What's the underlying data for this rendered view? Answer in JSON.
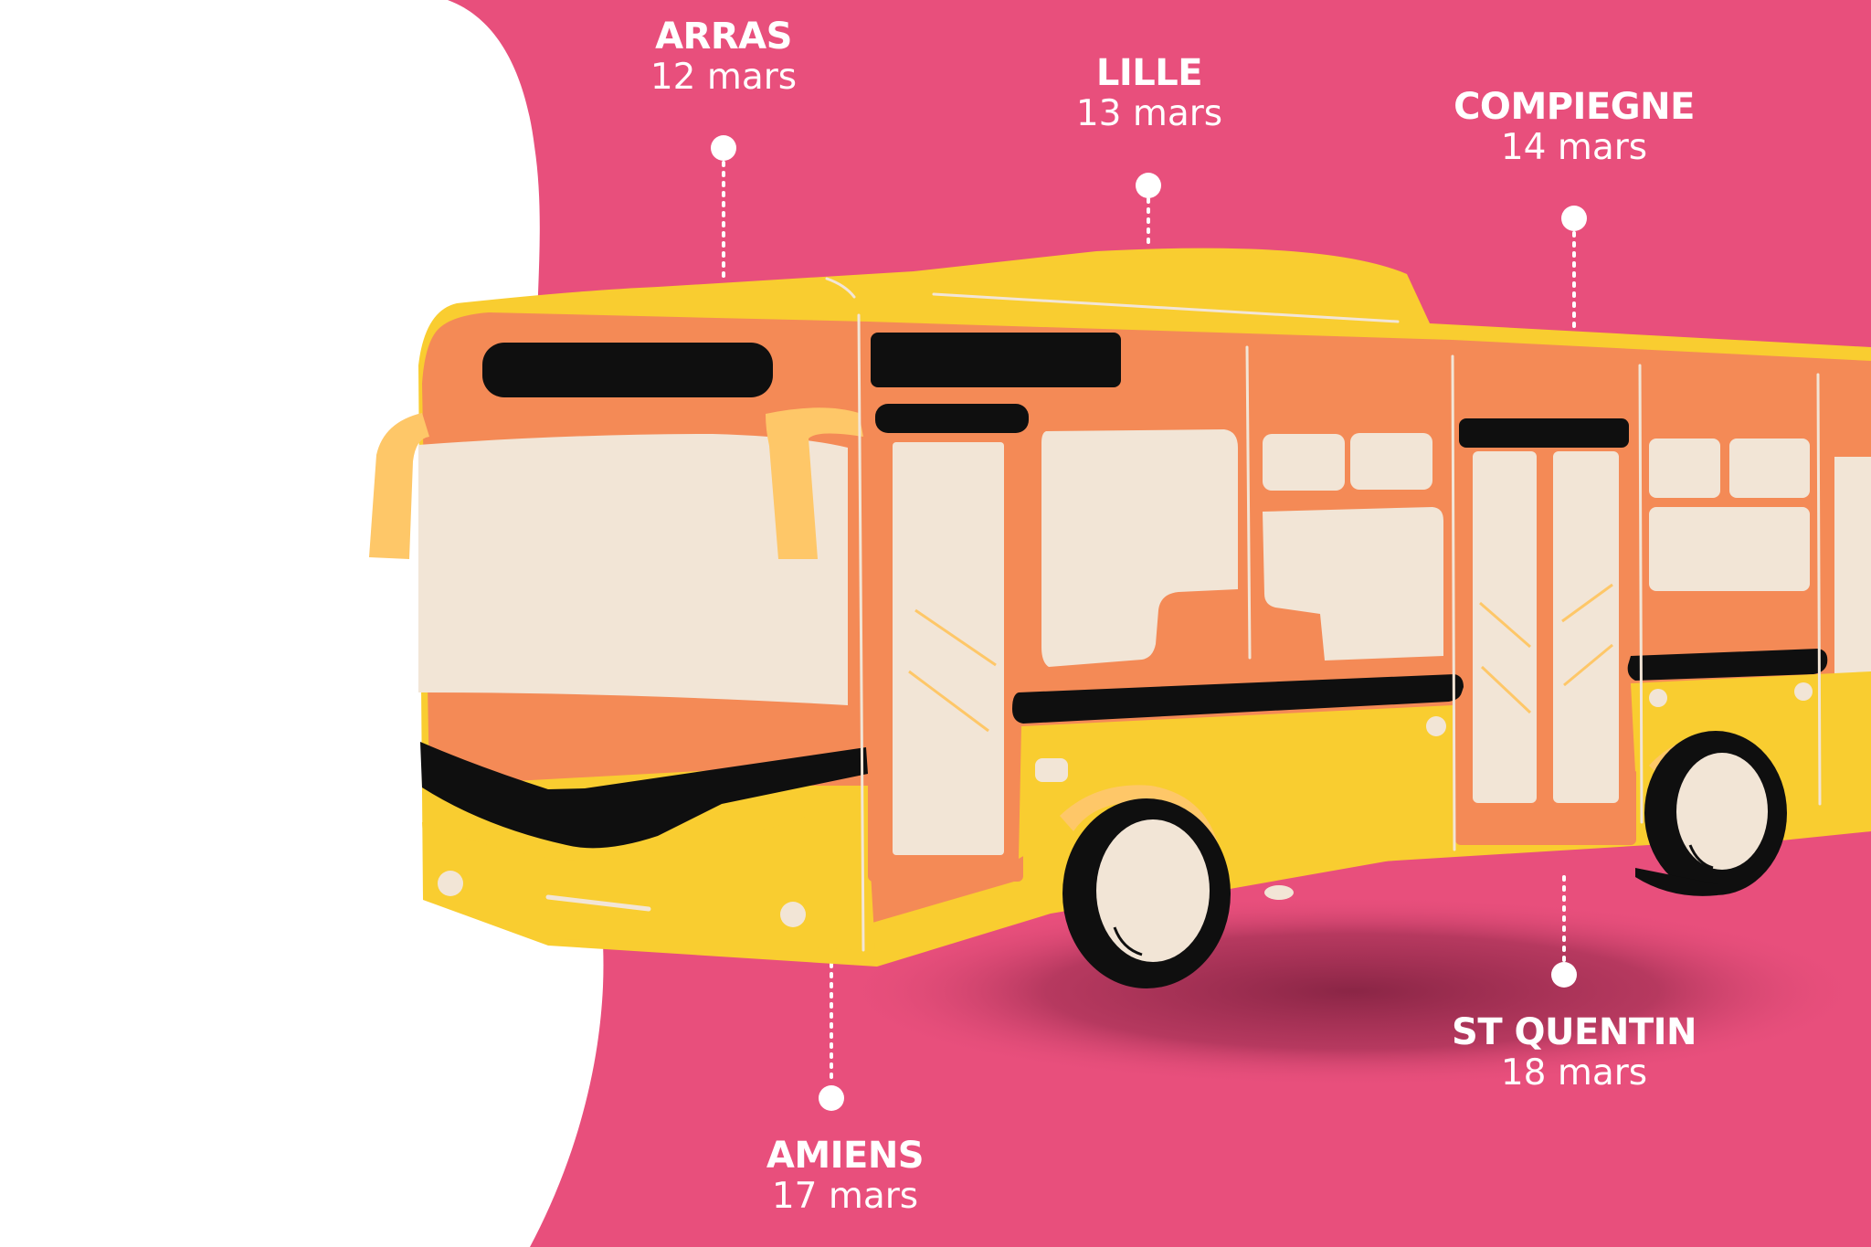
{
  "colors": {
    "background": "#E84F7C",
    "page": "#FFFFFF",
    "bus_body": "#F48A56",
    "bus_skirt": "#F9CD30",
    "window": "#F2E5D6",
    "trim": "#0F0F0F",
    "mirror": "#FEC768",
    "text": "#FFFFFF"
  },
  "stops": [
    {
      "city": "ARRAS",
      "date": "12 mars"
    },
    {
      "city": "LILLE",
      "date": "13 mars"
    },
    {
      "city": "COMPIEGNE",
      "date": "14 mars"
    },
    {
      "city": "AMIENS",
      "date": "17 mars"
    },
    {
      "city": "ST QUENTIN",
      "date": "18 mars"
    }
  ]
}
